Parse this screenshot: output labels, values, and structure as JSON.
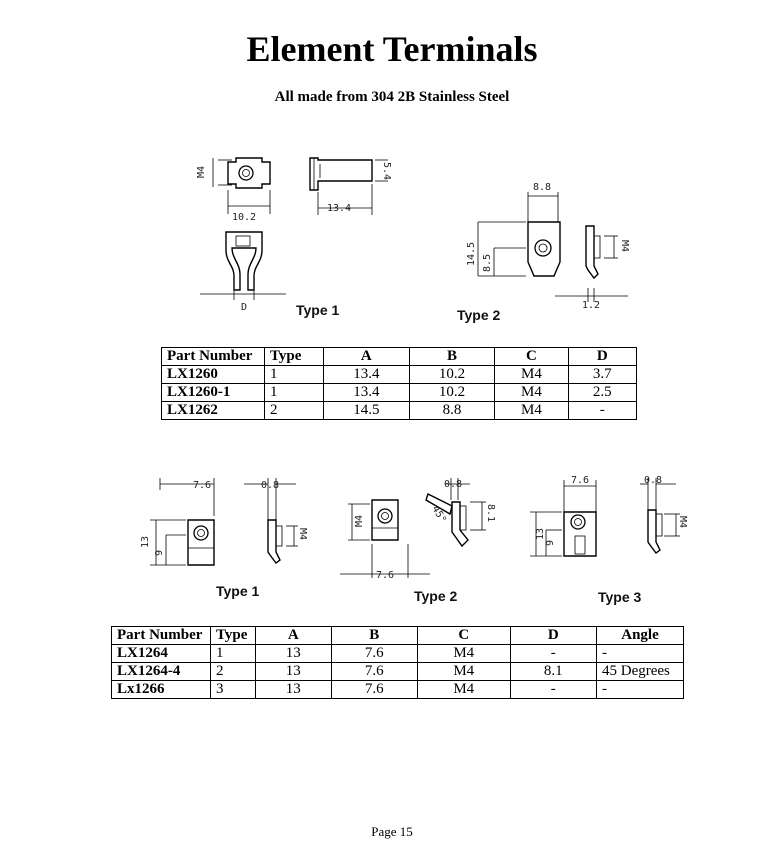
{
  "header": {
    "title": "Element Terminals",
    "subtitle": "All made from 304 2B Stainless Steel"
  },
  "figure1": {
    "type1_label": "Type 1",
    "type2_label": "Type 2",
    "dims": {
      "m4": "M4",
      "d54": "5.4",
      "d102": "10.2",
      "d134": "13.4",
      "dD": "D",
      "d88": "8.8",
      "d145": "14.5",
      "d85": "8.5",
      "d12": "1.2",
      "m4b": "M4"
    }
  },
  "table1": {
    "headers": [
      "Part Number",
      "Type",
      "A",
      "B",
      "C",
      "D"
    ],
    "rows": [
      [
        "LX1260",
        "1",
        "13.4",
        "10.2",
        "M4",
        "3.7"
      ],
      [
        "LX1260-1",
        "1",
        "13.4",
        "10.2",
        "M4",
        "2.5"
      ],
      [
        "LX1262",
        "2",
        "14.5",
        "8.8",
        "M4",
        "-"
      ]
    ]
  },
  "figure2": {
    "type1_label": "Type 1",
    "type2_label": "Type 2",
    "type3_label": "Type 3",
    "dims": {
      "a76": "7.6",
      "a08": "0.8",
      "a13": "13",
      "a9": "9",
      "aM4": "M4",
      "bM4": "M4",
      "b08": "0.8",
      "b45": "45°",
      "b81": "8.1",
      "b76": "7.6",
      "c76": "7.6",
      "c08": "0.8",
      "c13": "13",
      "c9": "9",
      "cM4": "M4"
    }
  },
  "table2": {
    "headers": [
      "Part Number",
      "Type",
      "A",
      "B",
      "C",
      "D",
      "Angle"
    ],
    "rows": [
      [
        "LX1264",
        "1",
        "13",
        "7.6",
        "M4",
        "-",
        "-"
      ],
      [
        "LX1264-4",
        "2",
        "13",
        "7.6",
        "M4",
        "8.1",
        "45 Degrees"
      ],
      [
        "Lx1266",
        "3",
        "13",
        "7.6",
        "M4",
        "-",
        "-"
      ]
    ]
  },
  "footer": {
    "page": "Page 15"
  }
}
